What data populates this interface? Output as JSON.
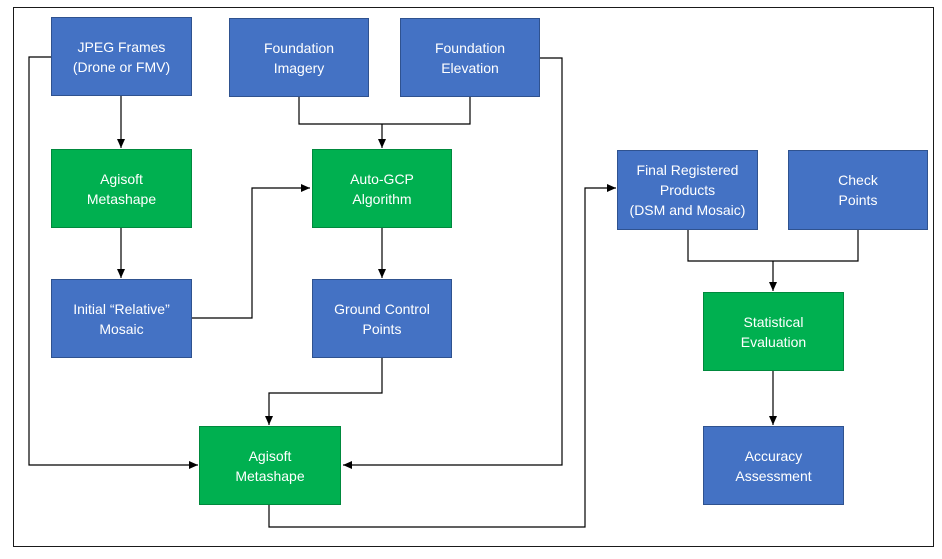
{
  "nodes": {
    "jpeg_frames": {
      "label": "JPEG Frames\n(Drone or FMV)",
      "color": "#4472c4"
    },
    "foundation_imagery": {
      "label": "Foundation\nImagery",
      "color": "#4472c4"
    },
    "foundation_elevation": {
      "label": "Foundation\nElevation",
      "color": "#4472c4"
    },
    "agisoft_metashape_1": {
      "label": "Agisoft\nMetashape",
      "color": "#00b050"
    },
    "auto_gcp": {
      "label": "Auto-GCP\nAlgorithm",
      "color": "#00b050"
    },
    "initial_mosaic": {
      "label": "Initial “Relative”\nMosaic",
      "color": "#4472c4"
    },
    "ground_control_points": {
      "label": "Ground Control\nPoints",
      "color": "#4472c4"
    },
    "agisoft_metashape_2": {
      "label": "Agisoft\nMetashape",
      "color": "#00b050"
    },
    "final_registered_products": {
      "label": "Final Registered\nProducts\n(DSM and Mosaic)",
      "color": "#4472c4"
    },
    "check_points": {
      "label": "Check\nPoints",
      "color": "#4472c4"
    },
    "statistical_evaluation": {
      "label": "Statistical\nEvaluation",
      "color": "#00b050"
    },
    "accuracy_assessment": {
      "label": "Accuracy\nAssessment",
      "color": "#4472c4"
    }
  },
  "edges": [
    {
      "from": "jpeg_frames",
      "to": "agisoft_metashape_1"
    },
    {
      "from": "agisoft_metashape_1",
      "to": "initial_mosaic"
    },
    {
      "from": "foundation_imagery",
      "to": "auto_gcp"
    },
    {
      "from": "foundation_elevation",
      "to": "auto_gcp"
    },
    {
      "from": "initial_mosaic",
      "to": "auto_gcp"
    },
    {
      "from": "auto_gcp",
      "to": "ground_control_points"
    },
    {
      "from": "ground_control_points",
      "to": "agisoft_metashape_2"
    },
    {
      "from": "jpeg_frames",
      "to": "agisoft_metashape_2"
    },
    {
      "from": "foundation_elevation",
      "to": "agisoft_metashape_2"
    },
    {
      "from": "agisoft_metashape_2",
      "to": "final_registered_products"
    },
    {
      "from": "final_registered_products",
      "to": "statistical_evaluation"
    },
    {
      "from": "check_points",
      "to": "statistical_evaluation"
    },
    {
      "from": "statistical_evaluation",
      "to": "accuracy_assessment"
    }
  ],
  "colors": {
    "process_box": "#4472c4",
    "tool_box": "#00b050",
    "connector": "#000000"
  }
}
